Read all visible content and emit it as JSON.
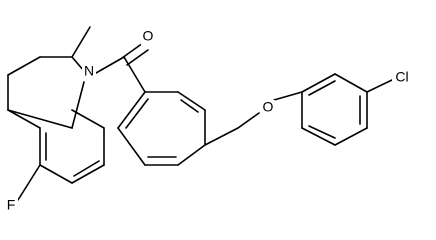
{
  "molecule": {
    "labels": {
      "oxygen_carbonyl": "O",
      "oxygen_ether": "O",
      "nitrogen": "N",
      "fluorine": "F",
      "chlorine": "Cl"
    },
    "colors": {
      "bond": "#000000",
      "background": "#ffffff"
    }
  }
}
